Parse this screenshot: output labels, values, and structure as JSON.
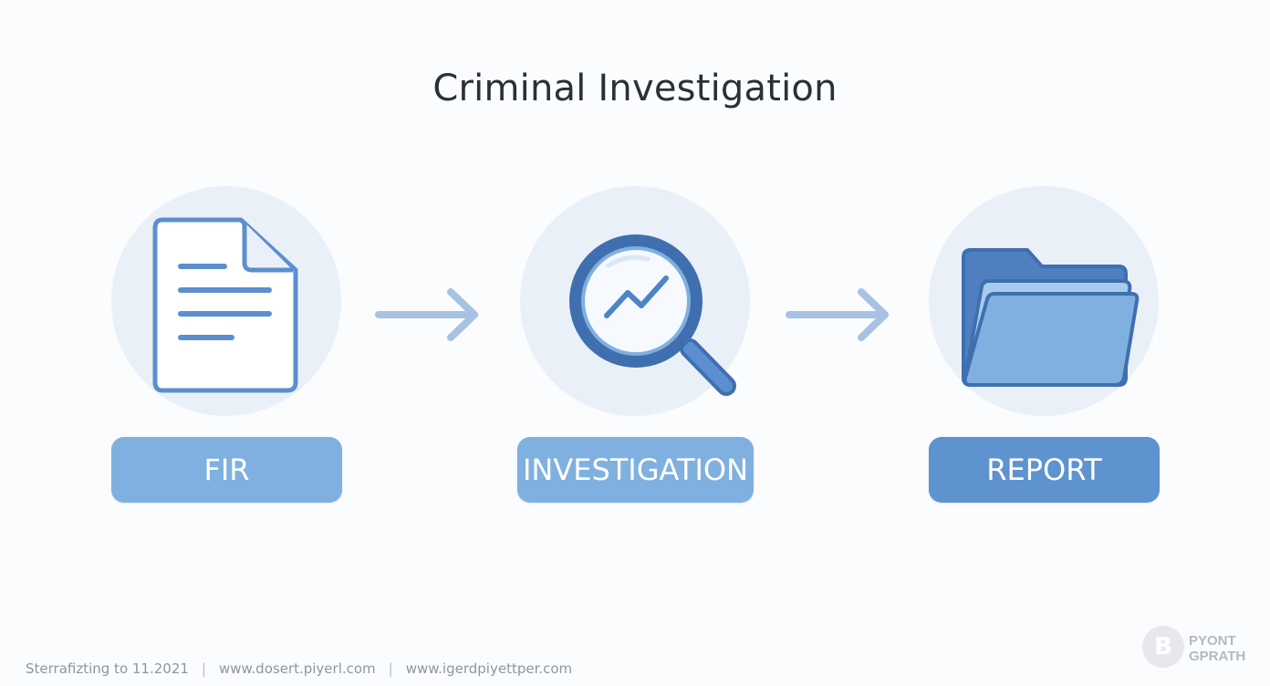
{
  "title": "Criminal Investigation",
  "steps": [
    {
      "label": "FIR",
      "icon": "document-icon",
      "color": "#7fb0e0"
    },
    {
      "label": "INVESTIGATION",
      "icon": "magnifier-chart-icon",
      "color": "#7fb0e0"
    },
    {
      "label": "REPORT",
      "icon": "folder-icon",
      "color": "#5e93cf"
    }
  ],
  "footer": {
    "items": [
      "Sterrafizting to 11.2021",
      "www.dosert.piyerl.com",
      "www.igerdpiyettper.com"
    ],
    "separator": "|"
  },
  "brand": {
    "mark": "B",
    "line1": "PYONT",
    "line2": "GPRATH"
  },
  "colors": {
    "icon_stroke": "#5b8fcf",
    "icon_dark": "#3f6faf",
    "arrow": "#a7c2e2",
    "circle_bg": "#eaf0f8",
    "title": "#2b3038"
  }
}
